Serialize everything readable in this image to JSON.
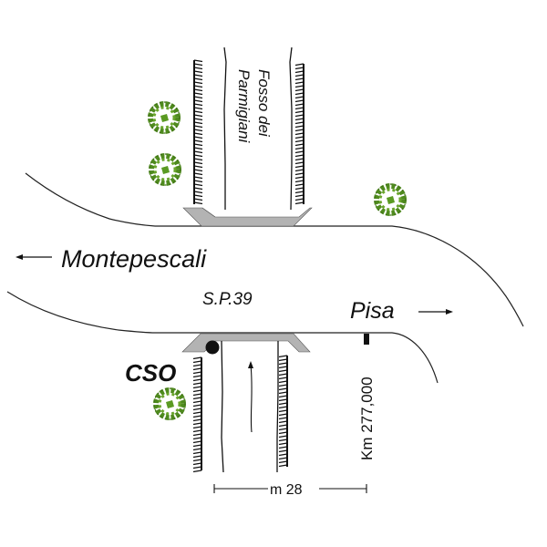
{
  "title": "S.P.39 crossing of Fosso dei Parmigiani",
  "labels": {
    "canal_name_line1": "Fosso dei",
    "canal_name_line2": "Parmigiani",
    "west_destination": "Montepescali",
    "east_destination": "Pisa",
    "road_name": "S.P.39",
    "outfall_label": "CSO",
    "km_marker": "Km 277,000",
    "width_dimension": "m 28"
  },
  "icons": {
    "west_arrow": "arrow-left-icon",
    "east_arrow": "arrow-right-icon",
    "flow_arrow": "arrow-up-icon",
    "tree": "tree-icon",
    "outfall_point": "filled-circle-icon",
    "km_post": "milestone-icon"
  },
  "colors": {
    "line": "#111111",
    "bridge_fill": "#b3b3b3",
    "tree_green": "#4f8a1e"
  },
  "trees": [
    {
      "id": "tree-north-upper"
    },
    {
      "id": "tree-north-lower"
    },
    {
      "id": "tree-north-east"
    },
    {
      "id": "tree-south-cso"
    }
  ]
}
